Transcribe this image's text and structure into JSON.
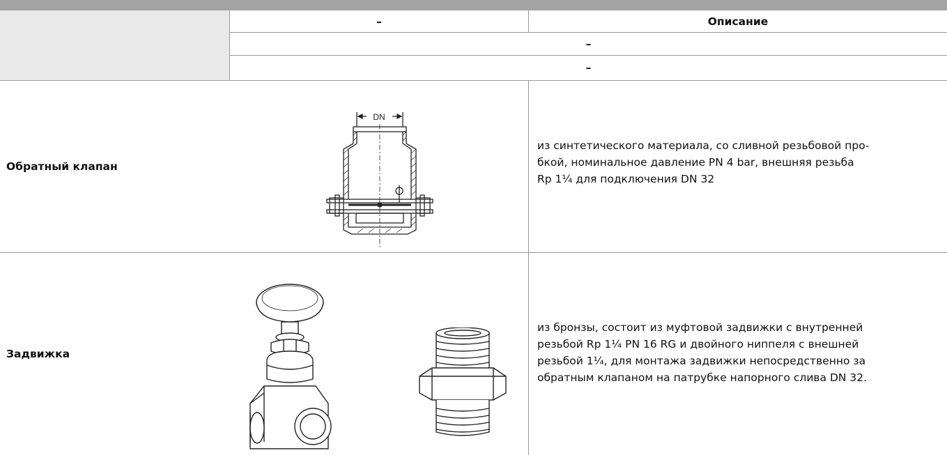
{
  "header": {
    "col_image": "–",
    "col_description": "Описание",
    "row2": "–",
    "row3": "–"
  },
  "rows": [
    {
      "name": "Обратный клапан",
      "description": "из синтетического материала, со сливной резьбовой про-бкой, номинальное давление PN 4 bar, внешняя резьба Rp 1¼ для подключения DN 32",
      "description_lines": [
        "из синтетического материала, со сливной резьбовой про-",
        "бкой, номинальное давление PN 4 bar, внешняя резьба",
        "Rp 1¼ для подключения DN 32"
      ],
      "drawing_label": "DN"
    },
    {
      "name": "Задвижка",
      "description": "из бронзы, состоит из муфтовой задвижки с внутренней резьбой Rp 1¼ PN 16 RG и двойного ниппеля с внешней резьбой 1¼, для монтажа задвижки непосредственно за обратным клапаном на патрубке напорного слива DN 32.",
      "description_lines": [
        "из бронзы, состоит из муфтовой задвижки с внутренней",
        "резьбой Rp 1¼ PN 16 RG и двойного ниппеля с внешней",
        "резьбой 1¼, для монтажа задвижки непосредственно за",
        "обратным клапаном на патрубке напорного слива DN 32."
      ]
    }
  ]
}
